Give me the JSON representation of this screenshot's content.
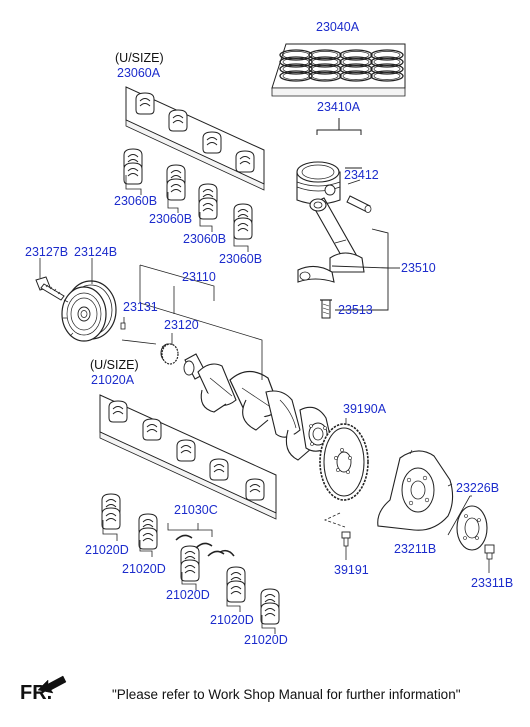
{
  "labels": {
    "p23040A": "23040A",
    "p23410A": "23410A",
    "p23412": "23412",
    "p23510": "23510",
    "p23513": "23513",
    "usize_top": "(U/SIZE)",
    "p23060A": "23060A",
    "p23060B_1": "23060B",
    "p23060B_2": "23060B",
    "p23060B_3": "23060B",
    "p23060B_4": "23060B",
    "p23127B": "23127B",
    "p23124B": "23124B",
    "p23110": "23110",
    "p23131": "23131",
    "p23120": "23120",
    "usize_bottom": "(U/SIZE)",
    "p21020A": "21020A",
    "p39190A": "39190A",
    "p23226B": "23226B",
    "p21030C": "21030C",
    "p21020D_1": "21020D",
    "p21020D_2": "21020D",
    "p21020D_3": "21020D",
    "p21020D_4": "21020D",
    "p21020D_5": "21020D",
    "p39191": "39191",
    "p23211B": "23211B",
    "p23311B": "23311B"
  },
  "footer": {
    "fr_label": "FR.",
    "note": "\"Please refer to Work Shop Manual for further information\""
  },
  "colors": {
    "part_number": "#1c2ccc",
    "line": "#222222"
  }
}
